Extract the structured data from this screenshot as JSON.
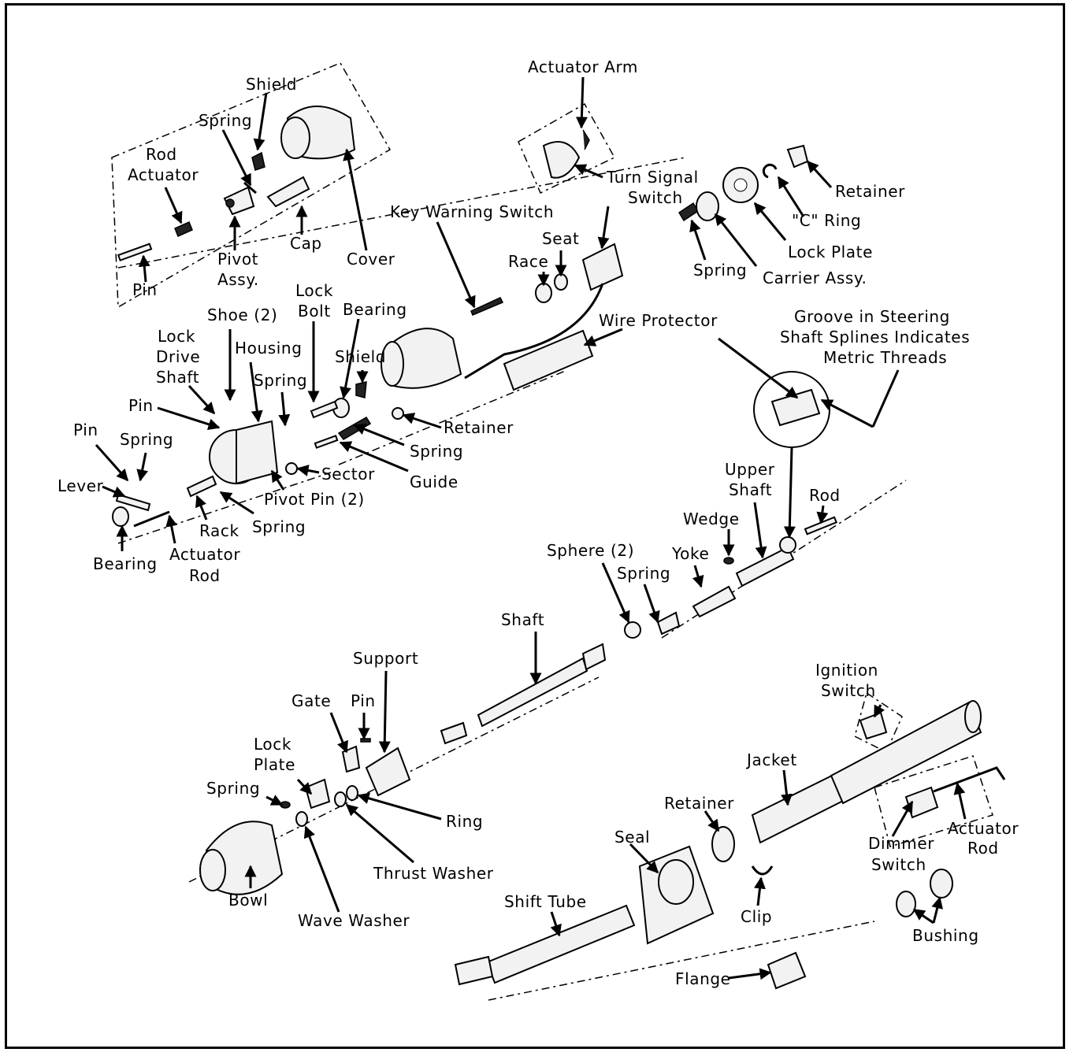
{
  "labels": {
    "shield_top": "Shield",
    "spring_top": "Spring",
    "rod_actuator": [
      "Rod",
      "Actuator"
    ],
    "cap": "Cap",
    "pivot_assy": [
      "Pivot",
      "Assy."
    ],
    "pin_top": "Pin",
    "cover": "Cover",
    "actuator_arm": "Actuator Arm",
    "turn_signal_switch": [
      "Turn Signal",
      "Switch"
    ],
    "retainer_top": "Retainer",
    "c_ring": "\"C\" Ring",
    "key_warning_switch": "Key Warning Switch",
    "seat": "Seat",
    "race": "Race",
    "lock_plate_top": "Lock Plate",
    "spring_carrier": "Spring",
    "carrier_assy": "Carrier Assy.",
    "lock_bolt": [
      "Lock",
      "Bolt"
    ],
    "bearing_mid": "Bearing",
    "shoe": "Shoe (2)",
    "lock_drive_shaft": [
      "Lock",
      "Drive",
      "Shaft"
    ],
    "housing": "Housing",
    "shield_mid": "Shield",
    "wire_protector": "Wire Protector",
    "groove_note": [
      "Groove in Steering",
      "Shaft Splines Indicates",
      "Metric Threads"
    ],
    "pin_mid": "Pin",
    "spring_mid": "Spring",
    "retainer_mid": "Retainer",
    "pin_left": "Pin",
    "spring_left": "Spring",
    "spring_guide": "Spring",
    "lever": "Lever",
    "sector": "Sector",
    "guide": "Guide",
    "pivot_pin": "Pivot Pin (2)",
    "rack": "Rack",
    "spring_rack": "Spring",
    "bearing_left": "Bearing",
    "actuator_rod_left": [
      "Actuator",
      "Rod"
    ],
    "upper_shaft": [
      "Upper",
      "Shaft"
    ],
    "rod": "Rod",
    "wedge": "Wedge",
    "sphere": "Sphere (2)",
    "yoke": "Yoke",
    "spring_sphere": "Spring",
    "shaft": "Shaft",
    "support": "Support",
    "gate": "Gate",
    "pin_gate": "Pin",
    "ignition_switch": [
      "Ignition",
      "Switch"
    ],
    "lock_plate_bottom": [
      "Lock",
      "Plate"
    ],
    "spring_bottom": "Spring",
    "jacket": "Jacket",
    "retainer_bottom": "Retainer",
    "ring": "Ring",
    "actuator_rod_right": [
      "Actuator",
      "Rod"
    ],
    "dimmer_switch": [
      "Dimmer",
      "Switch"
    ],
    "seal": "Seal",
    "thrust_washer": "Thrust Washer",
    "bowl": "Bowl",
    "wave_washer": "Wave Washer",
    "shift_tube": "Shift Tube",
    "clip": "Clip",
    "bushing": "Bushing",
    "flange": "Flange"
  }
}
